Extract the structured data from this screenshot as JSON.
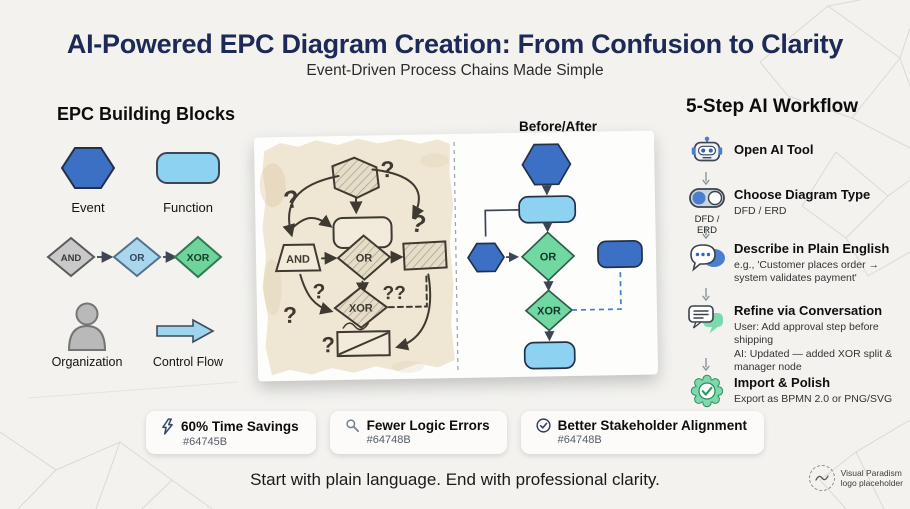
{
  "colors": {
    "title_navy": "#1d2a57",
    "event_blue": "#3b70c4",
    "function_blue": "#8ed2f2",
    "and_gray": "#c9c9c9",
    "or_blue": "#a9d6ec",
    "xor_green": "#6fd49c",
    "clean_green": "#72d8a2",
    "slate": "#64748B"
  },
  "header": {
    "title": "AI-Powered EPC Diagram Creation: From Confusion to Clarity",
    "subtitle": "Event-Driven Process Chains Made Simple"
  },
  "building_blocks": {
    "heading": "EPC Building Blocks",
    "event_label": "Event",
    "function_label": "Function",
    "and_label": "AND",
    "or_label": "OR",
    "xor_label": "XOR",
    "organization_label": "Organization",
    "control_flow_label": "Control Flow"
  },
  "before_after": {
    "heading": "Before/After",
    "sketch": {
      "and": "AND",
      "or": "OR",
      "xor": "XOR",
      "q": "?",
      "qq": "??"
    },
    "clean": {
      "or": "OR",
      "xor": "XOR"
    }
  },
  "workflow": {
    "heading": "5-Step AI Workflow",
    "steps": [
      {
        "icon": "robot-icon",
        "title": "Open AI Tool",
        "subtitle": ""
      },
      {
        "icon": "toggle-icon",
        "icon_caption": "DFD / ERD",
        "title": "Choose Diagram Type",
        "subtitle": "DFD / ERD"
      },
      {
        "icon": "speech-bubbles-icon",
        "title": "Describe in Plain English",
        "subtitle": "e.g., 'Customer places order → system validates payment'"
      },
      {
        "icon": "chat-refine-icon",
        "title": "Refine via Conversation",
        "subtitle": "User: Add approval step before shipping",
        "subtitle2": "AI: Updated — added XOR split & manager node"
      },
      {
        "icon": "rosette-check-icon",
        "title": "Import & Polish",
        "subtitle": "Export as BPMN 2.0 or PNG/SVG"
      }
    ]
  },
  "stats": [
    {
      "icon": "lightning-icon",
      "label": "60% Time Savings",
      "code": "#64745B"
    },
    {
      "icon": "magnifier-icon",
      "label": "Fewer Logic Errors",
      "code": "#64748B"
    },
    {
      "icon": "check-circle-icon",
      "label": "Better Stakeholder Alignment",
      "code": "#64748B"
    }
  ],
  "footer": {
    "tagline": "Start with plain language. End with professional clarity.",
    "logo_line1": "Visual Paradism",
    "logo_line2": "logo placeholder"
  }
}
